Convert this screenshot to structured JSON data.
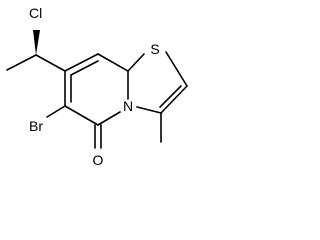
{
  "molecule": {
    "atoms": {
      "chlorine": "Cl",
      "sulfur": "S",
      "bromine": "Br",
      "nitrogen": "N",
      "oxygen": "O"
    },
    "stereo_bond": "wedge"
  }
}
